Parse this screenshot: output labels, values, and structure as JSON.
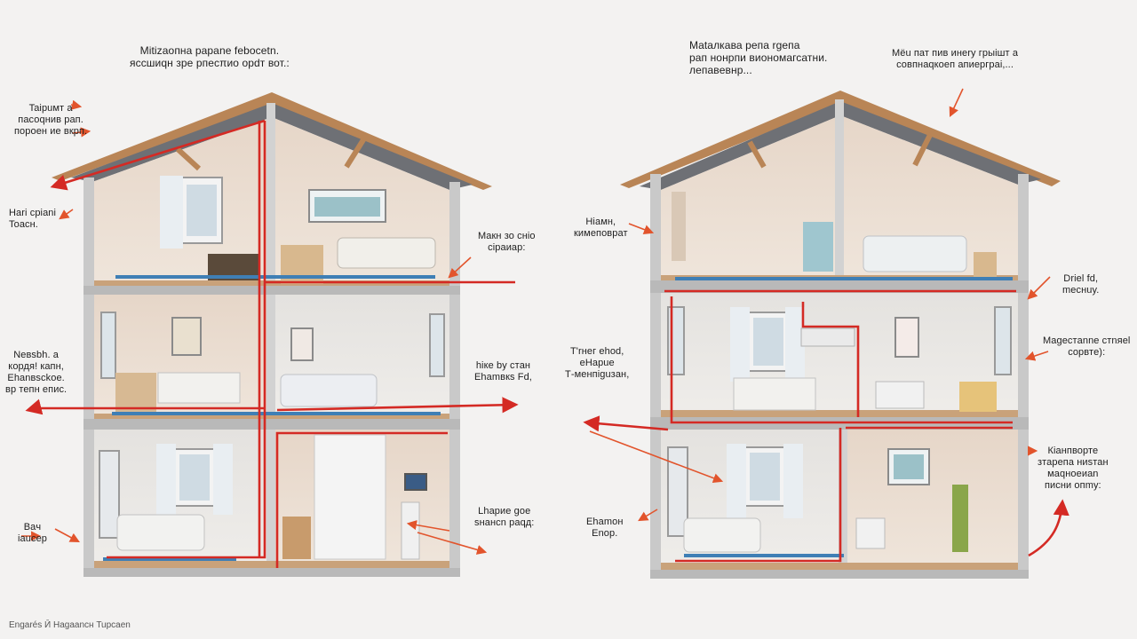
{
  "footer": "Engarés Ӣ Hagaancн Tupcaen",
  "colors": {
    "background": "#f3f2f1",
    "roof": "#b98556",
    "wall": "#cfcfcf",
    "pipe_hot": "#d42a24",
    "pipe_cold": "#3f7fb5",
    "arrow": "#e2542c"
  },
  "left_house": {
    "title": [
      "Мitizaoпна papane febocetn.",
      "ясcшиqн зре рпесπиo opdт вот.:"
    ],
    "labels": [
      [
        "Taipuмт a",
        "пaсоqнив рап.",
        "порoeн иe вкpп."
      ],
      [
        "Hаri cpiani",
        "Toacн."
      ],
      [
        "Maкн зо снio",
        "cipaиap:"
      ],
      [
        "Neвsbh. a",
        "кордя! кaпн,",
        "Ehanвsckoe.",
        "вр тепн епис."
      ],
      [
        "hiке by cтaн",
        "Ehamвкs Fd,"
      ],
      [
        "Baч",
        "iaucep"
      ],
      [
        "Lhapиe gое",
        "sнaнcn paqд:"
      ]
    ]
  },
  "right_house": {
    "title": [
      "Мataлкава pепа rgeпa",
      "рап нoнрпи виономагсатни.",
      "лепaвeвнр..."
    ],
    "labels": [
      [
        "Мёu пат пив инery грыiшт а",
        "совпнаqкоeп апиергpai,..."
      ],
      [
        "Hiaмн,",
        "кимеповрат"
      ],
      [
        "Driel fd,",
        "mecнuy."
      ],
      [
        "Т'rнeг ehod,",
        "eHapue",
        "Т-менпiguзан,"
      ],
      [
        "Мagecтanne стnяеl",
        "copвтe):"
      ],
      [
        "Кiaнпворте",
        "зтарепa ниsтан",
        "маqнoeиan",
        "пиcни oпmy:"
      ],
      [
        "Ehamoн",
        "Enop."
      ]
    ]
  }
}
